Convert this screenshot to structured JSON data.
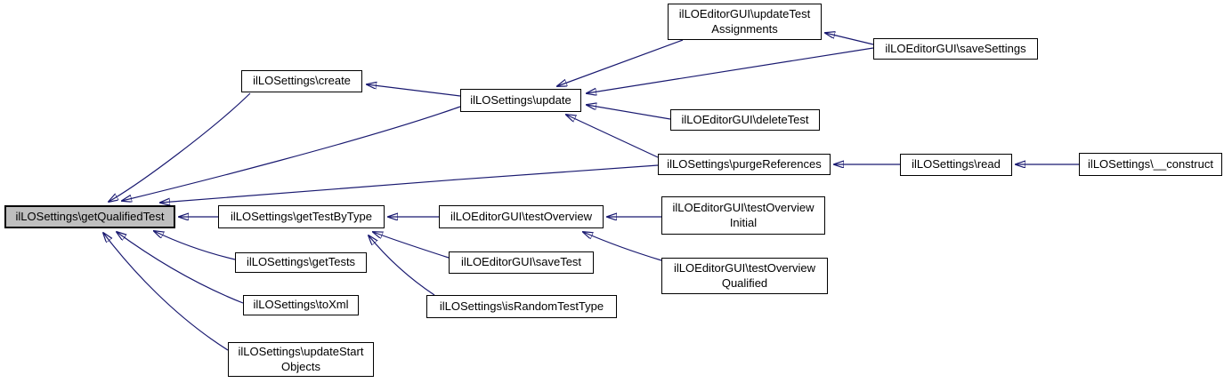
{
  "diagram": {
    "type": "call-graph",
    "highlighted_function": "ilLOSettings\\getQualifiedTest",
    "colors": {
      "edge": "#191970",
      "node_border": "#000000",
      "node_fill": "#ffffff",
      "highlight_fill": "#bfbfbf",
      "background": "#ffffff",
      "text": "#000000"
    },
    "nodes": {
      "getQualifiedTest": {
        "label": "ilLOSettings\\getQualifiedTest"
      },
      "create": {
        "label": "ilLOSettings\\create"
      },
      "update": {
        "label": "ilLOSettings\\update"
      },
      "updateTestAssignments": {
        "label": "ilLOEditorGUI\\updateTest\nAssignments"
      },
      "saveSettings": {
        "label": "ilLOEditorGUI\\saveSettings"
      },
      "deleteTest": {
        "label": "ilLOEditorGUI\\deleteTest"
      },
      "purgeReferences": {
        "label": "ilLOSettings\\purgeReferences"
      },
      "read": {
        "label": "ilLOSettings\\read"
      },
      "construct": {
        "label": "ilLOSettings\\__construct"
      },
      "getTestByType": {
        "label": "ilLOSettings\\getTestByType"
      },
      "testOverview": {
        "label": "ilLOEditorGUI\\testOverview"
      },
      "testOverviewInitial": {
        "label": "ilLOEditorGUI\\testOverview\nInitial"
      },
      "saveTest": {
        "label": "ilLOEditorGUI\\saveTest"
      },
      "testOverviewQualified": {
        "label": "ilLOEditorGUI\\testOverview\nQualified"
      },
      "isRandomTestType": {
        "label": "ilLOSettings\\isRandomTestType"
      },
      "getTests": {
        "label": "ilLOSettings\\getTests"
      },
      "toXml": {
        "label": "ilLOSettings\\toXml"
      },
      "updateStartObjects": {
        "label": "ilLOSettings\\updateStart\nObjects"
      }
    },
    "edges": [
      {
        "from": "ilLOSettings\\update",
        "to": "ilLOSettings\\create"
      },
      {
        "from": "ilLOSettings\\create",
        "to": "ilLOSettings\\getQualifiedTest"
      },
      {
        "from": "ilLOSettings\\update",
        "to": "ilLOSettings\\getQualifiedTest"
      },
      {
        "from": "ilLOSettings\\purgeReferences",
        "to": "ilLOSettings\\getQualifiedTest"
      },
      {
        "from": "ilLOSettings\\getTestByType",
        "to": "ilLOSettings\\getQualifiedTest"
      },
      {
        "from": "ilLOSettings\\getTests",
        "to": "ilLOSettings\\getQualifiedTest"
      },
      {
        "from": "ilLOSettings\\toXml",
        "to": "ilLOSettings\\getQualifiedTest"
      },
      {
        "from": "ilLOSettings\\updateStartObjects",
        "to": "ilLOSettings\\getQualifiedTest"
      },
      {
        "from": "ilLOEditorGUI\\updateTestAssignments",
        "to": "ilLOSettings\\update"
      },
      {
        "from": "ilLOEditorGUI\\saveSettings",
        "to": "ilLOSettings\\update"
      },
      {
        "from": "ilLOEditorGUI\\deleteTest",
        "to": "ilLOSettings\\update"
      },
      {
        "from": "ilLOSettings\\purgeReferences",
        "to": "ilLOSettings\\update"
      },
      {
        "from": "ilLOEditorGUI\\saveSettings",
        "to": "ilLOEditorGUI\\updateTestAssignments"
      },
      {
        "from": "ilLOSettings\\read",
        "to": "ilLOSettings\\purgeReferences"
      },
      {
        "from": "ilLOSettings\\__construct",
        "to": "ilLOSettings\\read"
      },
      {
        "from": "ilLOEditorGUI\\testOverview",
        "to": "ilLOSettings\\getTestByType"
      },
      {
        "from": "ilLOEditorGUI\\saveTest",
        "to": "ilLOSettings\\getTestByType"
      },
      {
        "from": "ilLOSettings\\isRandomTestType",
        "to": "ilLOSettings\\getTestByType"
      },
      {
        "from": "ilLOEditorGUI\\testOverviewInitial",
        "to": "ilLOEditorGUI\\testOverview"
      },
      {
        "from": "ilLOEditorGUI\\testOverviewQualified",
        "to": "ilLOEditorGUI\\testOverview"
      }
    ]
  }
}
